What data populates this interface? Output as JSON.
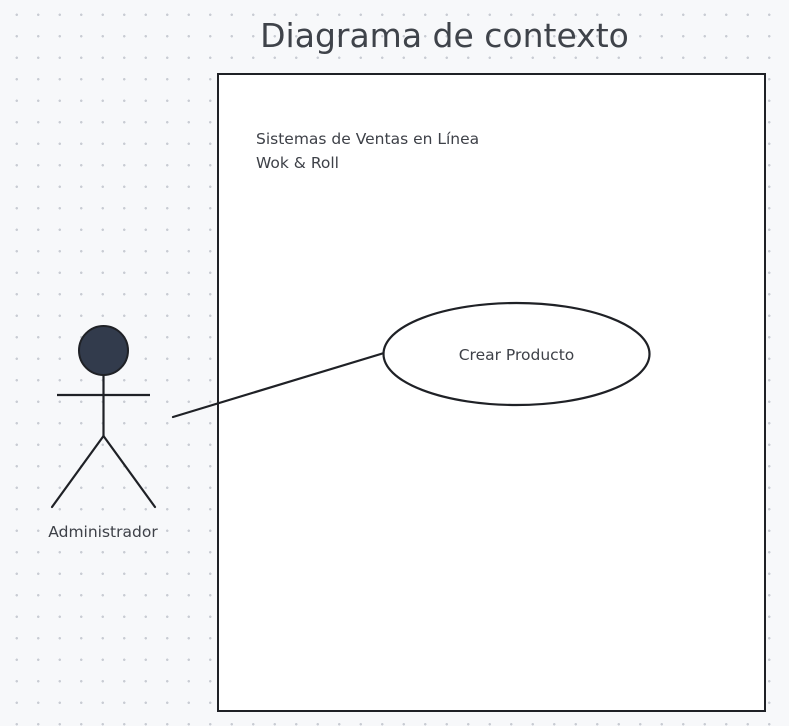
{
  "diagram": {
    "title": "Diagrama de contexto",
    "system": {
      "line1": "Sistemas de Ventas en Línea",
      "line2": "Wok & Roll"
    },
    "actor": {
      "label": "Administrador",
      "head_color": "#323b4c"
    },
    "use_case": {
      "label": "Crear Producto"
    },
    "colors": {
      "stroke": "#1f2126",
      "text": "#3e4148",
      "background": "#f7f8fa"
    }
  }
}
